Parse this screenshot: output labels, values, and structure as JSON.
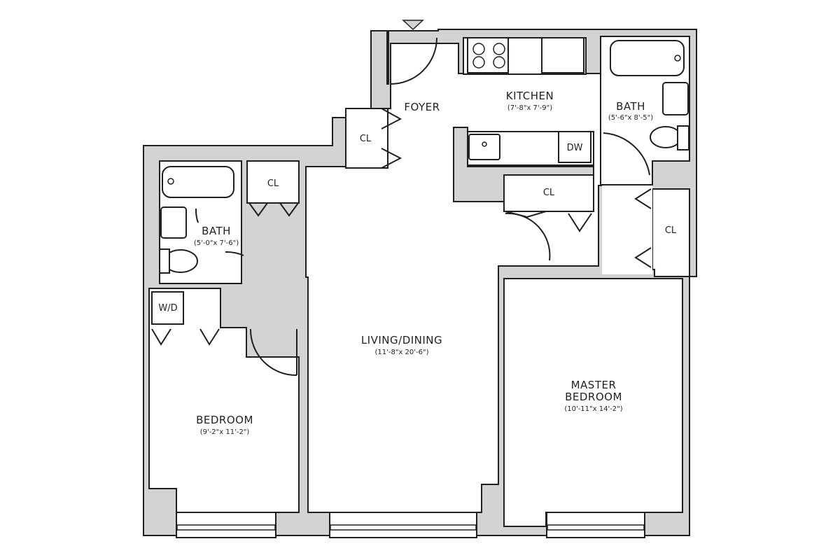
{
  "floor_plan": {
    "entry_marker": "entry-arrow",
    "rooms": {
      "foyer": {
        "name": "FOYER"
      },
      "kitchen": {
        "name": "KITCHEN",
        "dims": "(7'-8\"x 7'-9\")"
      },
      "bath_master": {
        "name": "BATH",
        "dims": "(5'-6\"x 8'-5\")"
      },
      "bath_second": {
        "name": "BATH",
        "dims": "(5'-0\"x 7'-6\")"
      },
      "living_dining": {
        "name": "LIVING/DINING",
        "dims": "(11'-8\"x 20'-6\")"
      },
      "master_bedroom": {
        "name_line1": "MASTER",
        "name_line2": "BEDROOM",
        "dims": "(10'-11\"x 14'-2\")"
      },
      "bedroom": {
        "name": "BEDROOM",
        "dims": "(9'-2\"x 11'-2\")"
      }
    },
    "closets": {
      "foyer_cl": "CL",
      "bath_cl": "CL",
      "kitchen_cl": "CL",
      "master_cl": "CL"
    },
    "appliances": {
      "dishwasher": "DW",
      "washer_dryer": "W/D"
    },
    "colors": {
      "wall_fill": "#d1d3d4",
      "line": "#231f20",
      "background": "#ffffff"
    }
  }
}
